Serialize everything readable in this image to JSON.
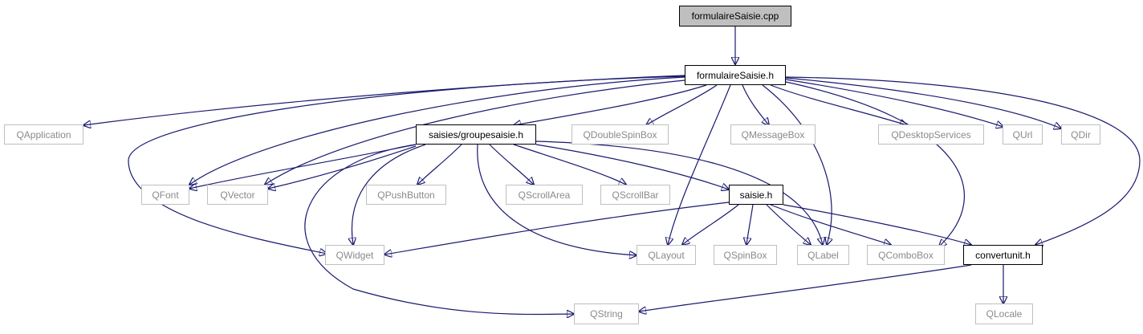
{
  "colors": {
    "edge": "#191970",
    "external_border": "#bfbfbf",
    "external_text": "#8a8a8a",
    "project_border": "#000000",
    "root_fill": "#bfbfbf"
  },
  "nodes": {
    "formulaireSaisie_cpp": "formulaireSaisie.cpp",
    "formulaireSaisie_h": "formulaireSaisie.h",
    "QApplication": "QApplication",
    "groupesaisie_h": "saisies/groupesaisie.h",
    "QDoubleSpinBox": "QDoubleSpinBox",
    "QMessageBox": "QMessageBox",
    "QDesktopServices": "QDesktopServices",
    "QUrl": "QUrl",
    "QDir": "QDir",
    "QFont": "QFont",
    "QVector": "QVector",
    "QPushButton": "QPushButton",
    "QScrollArea": "QScrollArea",
    "QScrollBar": "QScrollBar",
    "saisie_h": "saisie.h",
    "QWidget": "QWidget",
    "QLayout": "QLayout",
    "QSpinBox": "QSpinBox",
    "QLabel": "QLabel",
    "QComboBox": "QComboBox",
    "convertunit_h": "convertunit.h",
    "QString": "QString",
    "QLocale": "QLocale"
  },
  "edges": [
    [
      "formulaireSaisie_cpp",
      "formulaireSaisie_h"
    ],
    [
      "formulaireSaisie_h",
      "QApplication"
    ],
    [
      "formulaireSaisie_h",
      "groupesaisie_h"
    ],
    [
      "formulaireSaisie_h",
      "QDoubleSpinBox"
    ],
    [
      "formulaireSaisie_h",
      "QMessageBox"
    ],
    [
      "formulaireSaisie_h",
      "QDesktopServices"
    ],
    [
      "formulaireSaisie_h",
      "QUrl"
    ],
    [
      "formulaireSaisie_h",
      "QDir"
    ],
    [
      "formulaireSaisie_h",
      "QFont"
    ],
    [
      "formulaireSaisie_h",
      "QVector"
    ],
    [
      "formulaireSaisie_h",
      "QWidget"
    ],
    [
      "formulaireSaisie_h",
      "QLayout"
    ],
    [
      "formulaireSaisie_h",
      "QLabel"
    ],
    [
      "formulaireSaisie_h",
      "QComboBox"
    ],
    [
      "formulaireSaisie_h",
      "convertunit_h"
    ],
    [
      "groupesaisie_h",
      "QFont"
    ],
    [
      "groupesaisie_h",
      "QVector"
    ],
    [
      "groupesaisie_h",
      "QWidget"
    ],
    [
      "groupesaisie_h",
      "QString"
    ],
    [
      "groupesaisie_h",
      "QPushButton"
    ],
    [
      "groupesaisie_h",
      "QLayout"
    ],
    [
      "groupesaisie_h",
      "QScrollArea"
    ],
    [
      "groupesaisie_h",
      "QScrollBar"
    ],
    [
      "groupesaisie_h",
      "saisie_h"
    ],
    [
      "groupesaisie_h",
      "QLabel"
    ],
    [
      "saisie_h",
      "QWidget"
    ],
    [
      "saisie_h",
      "QLayout"
    ],
    [
      "saisie_h",
      "QSpinBox"
    ],
    [
      "saisie_h",
      "QLabel"
    ],
    [
      "saisie_h",
      "QComboBox"
    ],
    [
      "saisie_h",
      "convertunit_h"
    ],
    [
      "convertunit_h",
      "QString"
    ],
    [
      "convertunit_h",
      "QLocale"
    ]
  ]
}
